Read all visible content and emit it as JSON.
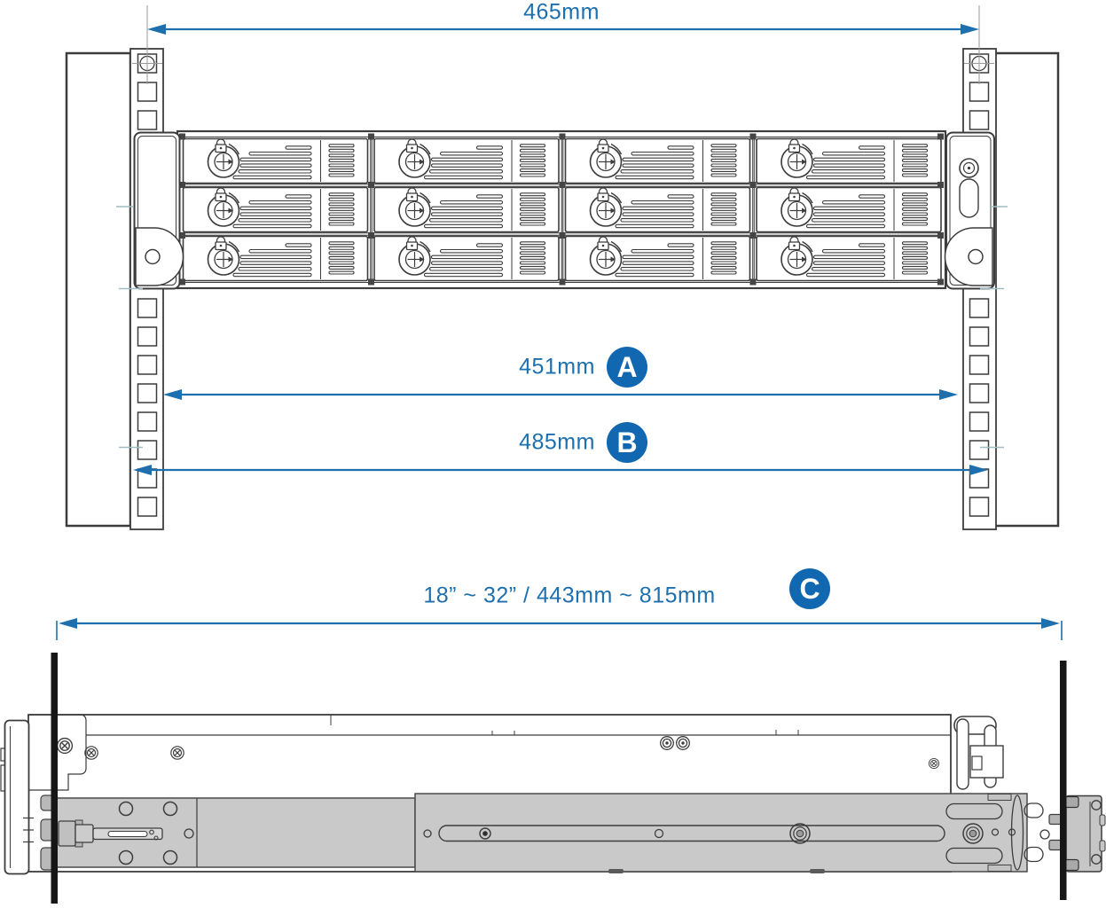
{
  "dimensions": {
    "width_465": {
      "value": "465mm"
    },
    "a": {
      "letter": "A",
      "value": "451mm"
    },
    "b": {
      "letter": "B",
      "value": "485mm"
    },
    "c": {
      "letter": "C",
      "value": "18” ~ 32”  /  443mm ~ 815mm"
    }
  },
  "equipment": {
    "front_view": {
      "drive_bay_rows": 3,
      "drive_bay_columns": 4,
      "total_drive_bays": 12,
      "rack_posts": 2
    },
    "side_view": {
      "rack_posts": 2,
      "rail_kit": "sliding rail with front latch and rear bracket"
    }
  },
  "icons": {
    "lock_icon": "padlock on each drive tray",
    "power_icon": "power button on right ear",
    "screw_icon": "phillips screw heads on chassis side"
  },
  "colors": {
    "dimension_blue": "#1d6fad",
    "badge_blue": "#1268b0",
    "line_dark": "#3c3c3c",
    "rail_gray": "#c9c9c9",
    "post_black": "#161616",
    "background": "#ffffff"
  }
}
